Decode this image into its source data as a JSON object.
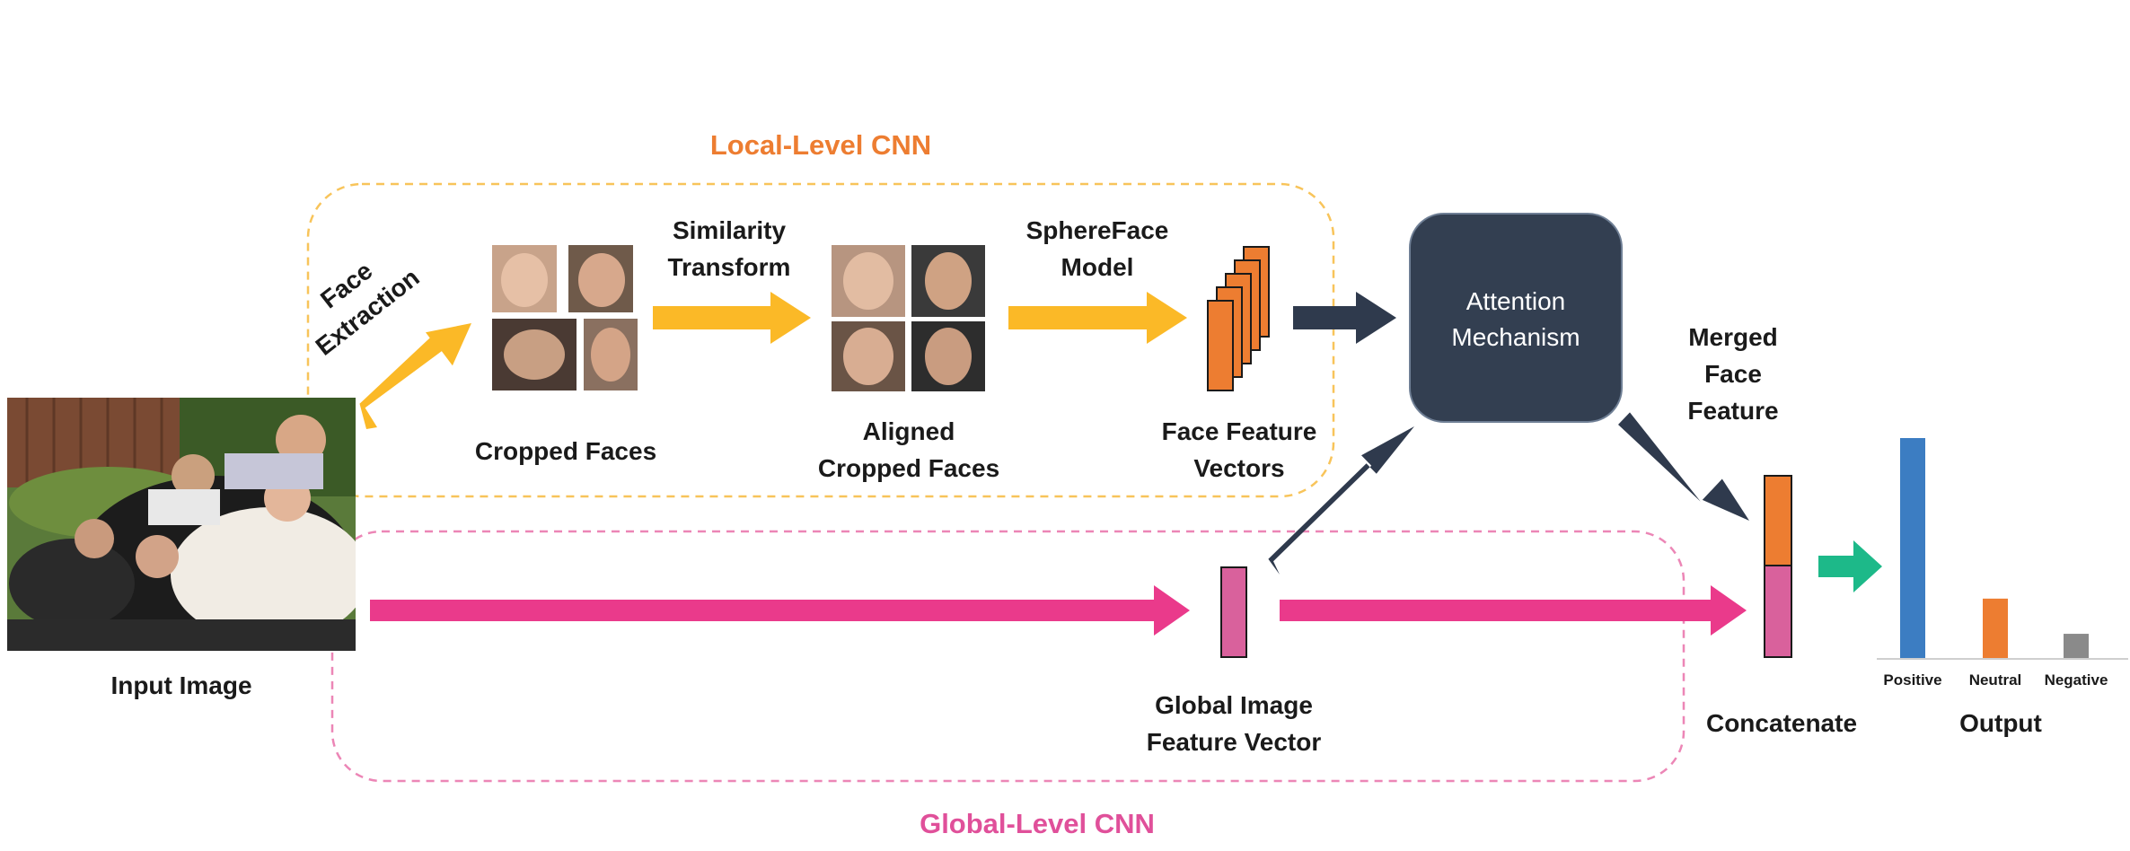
{
  "colors": {
    "orange_arrow": "#fbb927",
    "pink_arrow": "#ea3a8b",
    "navy_arrow": "#2f3a4d",
    "teal_arrow": "#1db989",
    "feature_orange": "#ed7d31",
    "feature_pink": "#d9619c",
    "attention_box": "#333f51",
    "local_border": "#f8c45a",
    "global_border": "#ec86b6",
    "bar_blue": "#3c7dc2",
    "bar_orange": "#ed7d31",
    "bar_gray": "#8a8a8a"
  },
  "regions": {
    "local_title": "Local-Level CNN",
    "global_title": "Global-Level CNN"
  },
  "labels": {
    "input_image": "Input Image",
    "face_extraction": [
      "Face",
      "Extraction"
    ],
    "cropped_faces": "Cropped Faces",
    "similarity_transform": [
      "Similarity",
      "Transform"
    ],
    "aligned_cropped_faces": [
      "Aligned",
      "Cropped Faces"
    ],
    "sphereface_model": [
      "SphereFace",
      "Model"
    ],
    "face_feature_vectors": [
      "Face Feature",
      "Vectors"
    ],
    "attention_mechanism": [
      "Attention",
      "Mechanism"
    ],
    "merged_face_feature": [
      "Merged",
      "Face",
      "Feature"
    ],
    "global_feature_vector": [
      "Global Image",
      "Feature Vector"
    ],
    "concatenate": "Concatenate",
    "output": "Output"
  },
  "icons": {
    "input_photo": "group-photo",
    "face_thumbnails": "face-crop-thumbnails"
  },
  "chart_data": {
    "type": "bar",
    "categories": [
      "Positive",
      "Neutral",
      "Negative"
    ],
    "values": [
      1.0,
      0.27,
      0.11
    ],
    "colors": [
      "#3c7dc2",
      "#ed7d31",
      "#8a8a8a"
    ]
  }
}
